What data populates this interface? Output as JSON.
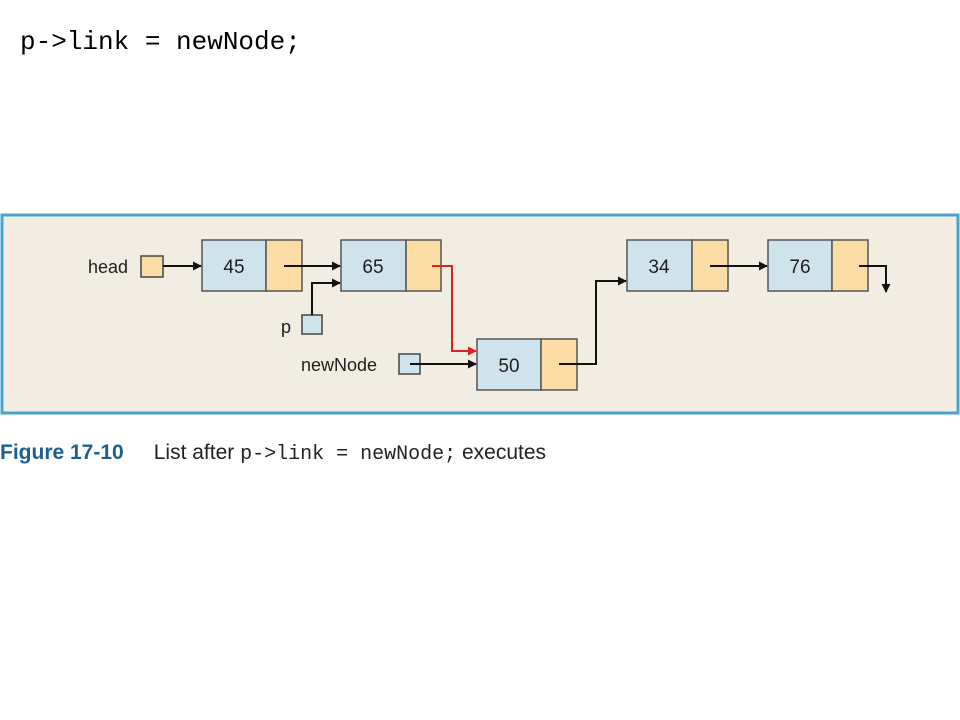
{
  "code_title": "p->link = newNode;",
  "labels": {
    "head": "head",
    "p": "p",
    "newNode": "newNode"
  },
  "nodes": [
    {
      "id": "n45",
      "value": "45"
    },
    {
      "id": "n65",
      "value": "65"
    },
    {
      "id": "n50",
      "value": "50"
    },
    {
      "id": "n34",
      "value": "34"
    },
    {
      "id": "n76",
      "value": "76"
    }
  ],
  "caption": {
    "figure": "Figure 17-10",
    "text_before": "List after ",
    "code": "p->link = newNode;",
    "text_after": " executes"
  },
  "colors": {
    "panel_fill": "#f2ede2",
    "panel_border": "#4aa3c8",
    "info_fill": "#cfe3ec",
    "link_fill": "#fbdca4",
    "highlight_arrow": "#e02020",
    "arrow": "#111111",
    "figure_label": "#1f5f8f"
  }
}
